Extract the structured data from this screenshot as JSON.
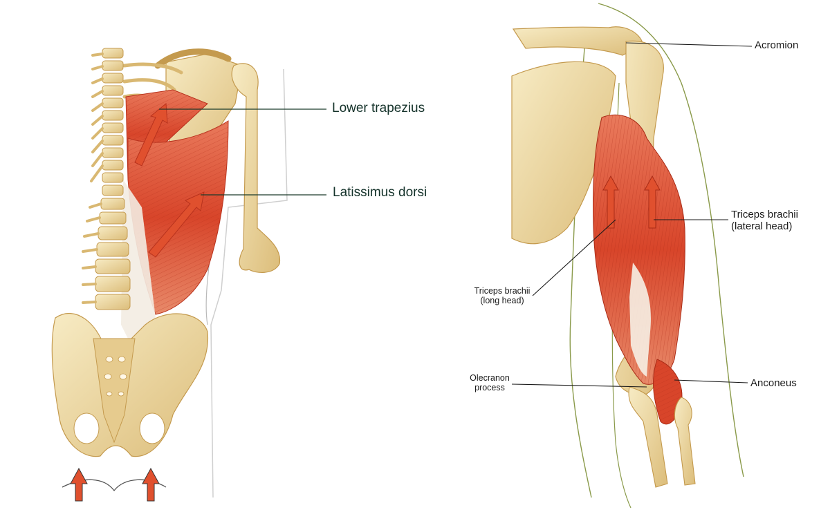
{
  "left_panel": {
    "labels": {
      "lower_trapezius": "Lower trapezius",
      "latissimus_dorsi": "Latissimus dorsi"
    }
  },
  "right_panel": {
    "labels": {
      "acromion": "Acromion",
      "triceps_lateral_line1": "Triceps brachii",
      "triceps_lateral_line2": "(lateral head)",
      "triceps_long_line1": "Triceps brachii",
      "triceps_long_line2": "(long head)",
      "olecranon_line1": "Olecranon",
      "olecranon_line2": "process",
      "anconeus": "Anconeus"
    }
  },
  "colors": {
    "bone": "#efdca8",
    "bone_shadow": "#d9b872",
    "muscle": "#d8452a",
    "muscle_light": "#ea8a6e",
    "arrow": "#e0502e",
    "outline": "#8a9a4a",
    "leader": "#1a1a1a"
  }
}
